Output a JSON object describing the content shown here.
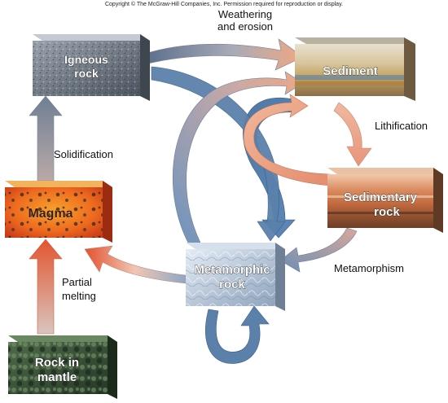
{
  "copyright": "Copyright © The McGraw-Hill Companies, Inc. Permission required for reproduction or display.",
  "rocks": {
    "igneous": [
      "Igneous",
      "rock"
    ],
    "sediment": [
      "Sediment"
    ],
    "sedimentary": [
      "Sedimentary",
      "rock"
    ],
    "metamorphic": [
      "Metamorphic",
      "rock"
    ],
    "magma": [
      "Magma"
    ],
    "mantle": [
      "Rock in",
      "mantle"
    ]
  },
  "processes": {
    "weathering_1": "Weathering",
    "weathering_2": "and erosion",
    "lithification": "Lithification",
    "solidification": "Solidification",
    "metamorphism": "Metamorphism",
    "partial_1": "Partial",
    "partial_2": "melting"
  },
  "colors": {
    "arrow_blue": "#5b7fa6",
    "arrow_salmon": "#e8a58a",
    "arrow_gray": "#8a9bb0",
    "arrow_red": "#e0563a"
  }
}
